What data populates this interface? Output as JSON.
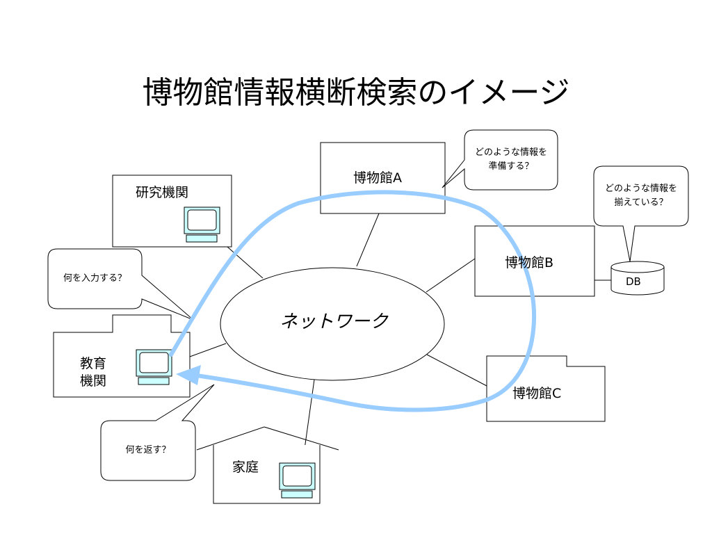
{
  "title": "博物館情報横断検索のイメージ",
  "nodes": {
    "research": "研究機関",
    "education_line1": "教育",
    "education_line2": "機関",
    "home": "家庭",
    "museum_a": "博物館A",
    "museum_b": "博物館B",
    "museum_c": "博物館C",
    "db": "DB"
  },
  "network_label": "ネットワーク",
  "bubbles": {
    "museum_a_line1": "どのような情報を",
    "museum_a_line2": "準備する？",
    "db_line1": "どのような情報を",
    "db_line2": "揃えている？",
    "input": "何を入力する？",
    "output": "何を返す？"
  },
  "colors": {
    "flow_arrow": "#99ccff",
    "terminal_screen": "#ccffff",
    "terminal_stand": "#ccffff"
  },
  "icons": [
    "computer-terminal-icon",
    "database-cylinder-icon"
  ]
}
